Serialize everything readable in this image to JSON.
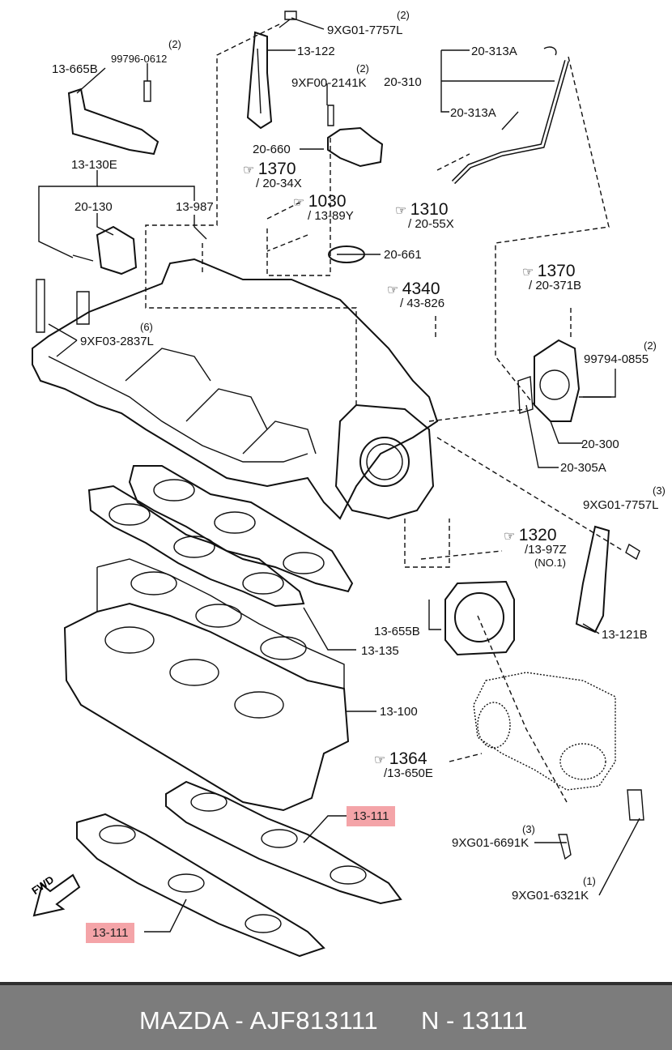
{
  "labels": {
    "bolt_9xg01_7757l_top": "9XG01-7757L",
    "qty_2_a": "(2)",
    "p13_122": "13-122",
    "p20_313a_top": "20-313A",
    "p20_310": "20-310",
    "p20_313a_mid": "20-313A",
    "p13_665b": "13-665B",
    "bolt_99796_0612": "99796-0612",
    "qty_2_b": "(2)",
    "bolt_9xf00_2141k": "9XF00-2141K",
    "qty_2_c": "(2)",
    "p20_660": "20-660",
    "p13_130e": "13-130E",
    "p20_130": "20-130",
    "p13_987": "13-987",
    "p20_661": "20-661",
    "bolt_9xf03_2837l": "9XF03-2837L",
    "qty_6": "(6)",
    "bolt_99794_0855": "99794-0855",
    "qty_2_d": "(2)",
    "p20_300": "20-300",
    "p20_305a": "20-305A",
    "bolt_9xg01_7757l_mid": "9XG01-7757L",
    "qty_3_a": "(3)",
    "p13_655b": "13-655B",
    "p13_135": "13-135",
    "p13_121b": "13-121B",
    "p13_100": "13-100",
    "bolt_9xg01_6691k": "9XG01-6691K",
    "qty_3_b": "(3)",
    "bolt_9xg01_6321k": "9XG01-6321K",
    "qty_1": "(1)",
    "fwd": "FWD"
  },
  "refs": [
    {
      "num": "1370",
      "sub": "/ 20-34X"
    },
    {
      "num": "1030",
      "sub": "/ 13-89Y"
    },
    {
      "num": "1310",
      "sub": "/ 20-55X"
    },
    {
      "num": "4340",
      "sub": "/ 43-826"
    },
    {
      "num": "1370",
      "sub": "/ 20-371B"
    },
    {
      "num": "1320",
      "sub": "/13-97Z"
    },
    {
      "num": "1364",
      "sub": "/13-650E"
    }
  ],
  "ref_note_no1": "(NO.1)",
  "highlights": [
    "13-111",
    "13-111"
  ],
  "footer": {
    "text": "MAZDA - AJF813111",
    "code": "N - 13111"
  }
}
